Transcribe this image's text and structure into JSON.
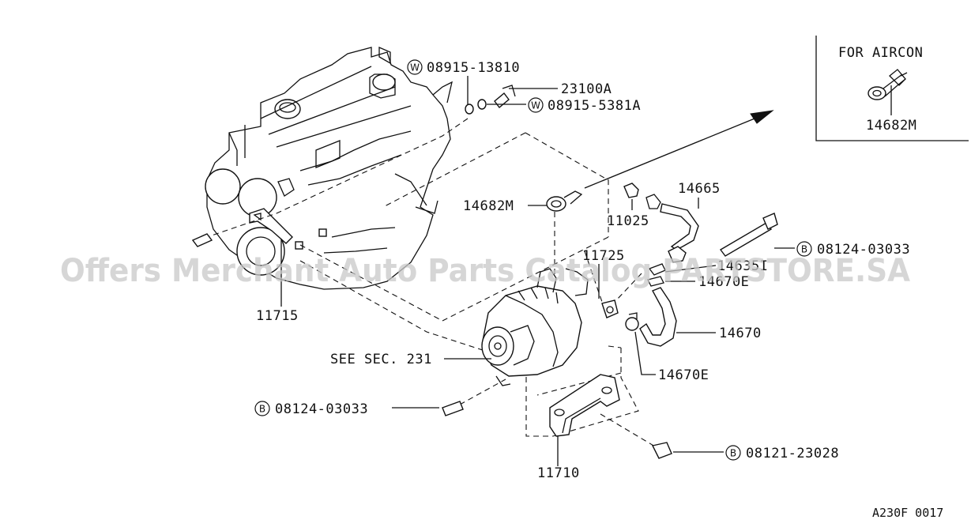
{
  "inset": {
    "title": "FOR AIRCON",
    "part": "14682M"
  },
  "labels": {
    "p08915_13810": "08915-13810",
    "p23100A": "23100A",
    "p08915_5381A": "08915-5381A",
    "p14682M": "14682M",
    "p11025": "11025",
    "p14665": "14665",
    "p08124_03033_top": "08124-03033",
    "p11725": "11725",
    "p14635I": "14635I",
    "p14670E_top": "14670E",
    "p14670": "14670",
    "p14670E_bottom": "14670E",
    "p11715": "11715",
    "see_sec": "SEE SEC. 231",
    "p08124_03033_left": "08124-03033",
    "p08121_23028": "08121-23028",
    "p11710": "11710"
  },
  "badges": {
    "washer": "W",
    "bolt": "B"
  },
  "watermark": "Offers Merchant Auto Parts Catalog PARTSTORE.SA",
  "diagram_code": "A230F 0017"
}
